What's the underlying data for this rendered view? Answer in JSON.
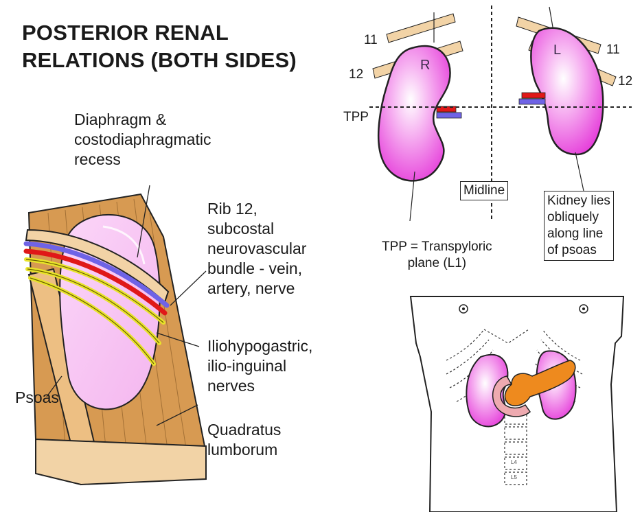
{
  "title": {
    "line1": "POSTERIOR RENAL",
    "line2": "RELATIONS (BOTH SIDES)"
  },
  "left_figure": {
    "diaphragm_label": [
      "Diaphragm &",
      "costodiaphragmatic",
      "recess"
    ],
    "rib_label": [
      "Rib 12,",
      "subcostal",
      "neurovascular",
      "bundle - vein,",
      "artery, nerve"
    ],
    "nerves_label": [
      "Iliohypogastric,",
      "ilio-inguinal",
      "nerves"
    ],
    "psoas_label": "Psoas",
    "ql_label": [
      "Quadratus",
      "lumborum"
    ]
  },
  "right_figure": {
    "rib_11_left": "11",
    "rib_12_left": "12",
    "rib_11_right": "11",
    "rib_12_right": "12",
    "kidney_right_letter": "R",
    "kidney_left_letter": "L",
    "tpp_marker": "TPP",
    "midline_label": "Midline",
    "tpp_definition": [
      "TPP = Transpyloric",
      "plane (L1)"
    ],
    "oblique_note": [
      "Kidney lies",
      "obliquely",
      "along line",
      "of psoas"
    ]
  },
  "torso_figure": {
    "vertebra_labels": [
      "L4",
      "L5"
    ]
  },
  "colors": {
    "kidney": "#e433d8",
    "kidney_light": "#f7b7f2",
    "muscle": "#d79a52",
    "muscle_light": "#edbf83",
    "rib": "#f2d3a6",
    "vein": "#6f63e6",
    "artery": "#e01818",
    "nerve": "#e8e42a",
    "pancreas": "#ee8a1e",
    "duodenum": "#eeaab0"
  }
}
